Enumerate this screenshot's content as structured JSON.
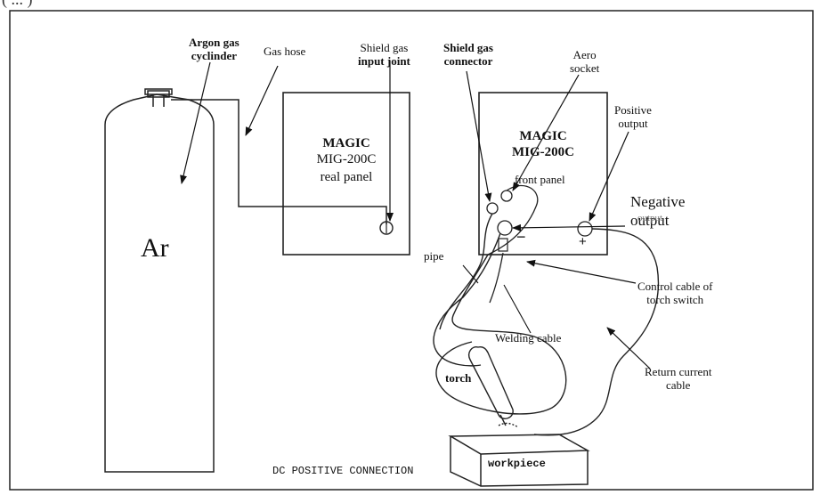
{
  "corner_text": "( ... )",
  "diagram": {
    "caption": "DC POSITIVE CONNECTION",
    "cylinder_gas": "Ar",
    "rear_panel": {
      "brand": "MAGIC",
      "model": "MIG-200C",
      "name": "real panel"
    },
    "front_panel": {
      "brand": "MAGIC",
      "model": "MIG-200C",
      "name": "front panel"
    },
    "workpiece": "workpiece",
    "labels": {
      "argon_gas_cylinder": [
        "Argon gas",
        "cyclinder"
      ],
      "gas_hose": "Gas hose",
      "shield_gas_input_joint": [
        "Shield gas",
        "input joint"
      ],
      "shield_gas_connector": [
        "Shield gas",
        "connector"
      ],
      "aero_socket": [
        "Aero",
        "socket"
      ],
      "positive_output": [
        "Positive",
        "output"
      ],
      "negative_output": [
        "Negative",
        "output"
      ],
      "negative_output_overprint": "output",
      "pipe": "pipe",
      "control_cable": [
        "Control cable of",
        "torch switch"
      ],
      "welding_cable": "Welding cable",
      "return_current_cable": [
        "Return current",
        "cable"
      ],
      "torch": "torch"
    },
    "symbols": {
      "minus": "−",
      "plus": "+"
    }
  }
}
